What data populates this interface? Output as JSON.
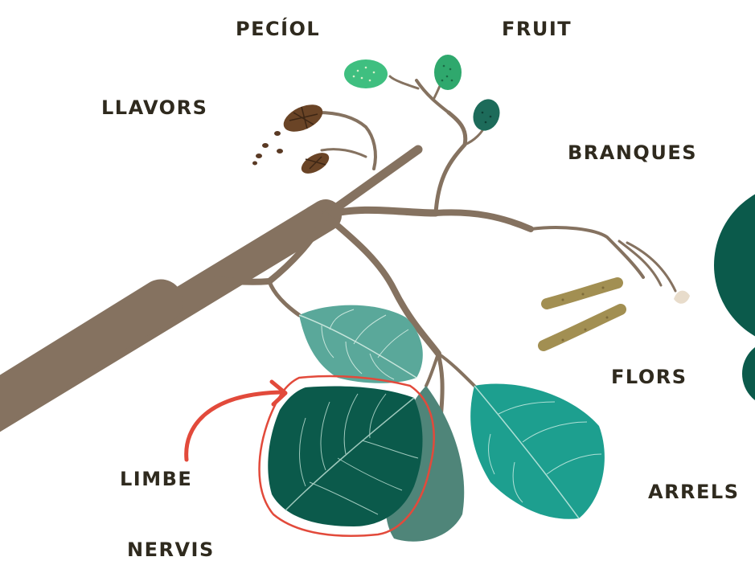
{
  "labels": {
    "peciol": "PECÍOL",
    "fruit": "FRUIT",
    "llavors": "LLAVORS",
    "branques": "BRANQUES",
    "flors": "FLORS",
    "limbe": "LIMBE",
    "arrels": "ARRELS",
    "nervis": "NERVIS"
  },
  "colors": {
    "branch": "#857260",
    "leaf_light": "#5aa89a",
    "leaf_dark": "#0b5a4b",
    "leaf_grey": "#4f8579",
    "leaf_teal": "#1d9f8f",
    "fruit_light": "#3fbf80",
    "fruit_dark": "#1d6b5a",
    "seeds": "#5a3a24",
    "catkin": "#a28f52",
    "highlight": "#e24a3b",
    "side_shape": "#0b5a4b"
  },
  "icons": [
    "branch-icon",
    "leaf-icon",
    "fruit-icon",
    "cone-icon",
    "catkin-icon",
    "arrow-icon"
  ]
}
